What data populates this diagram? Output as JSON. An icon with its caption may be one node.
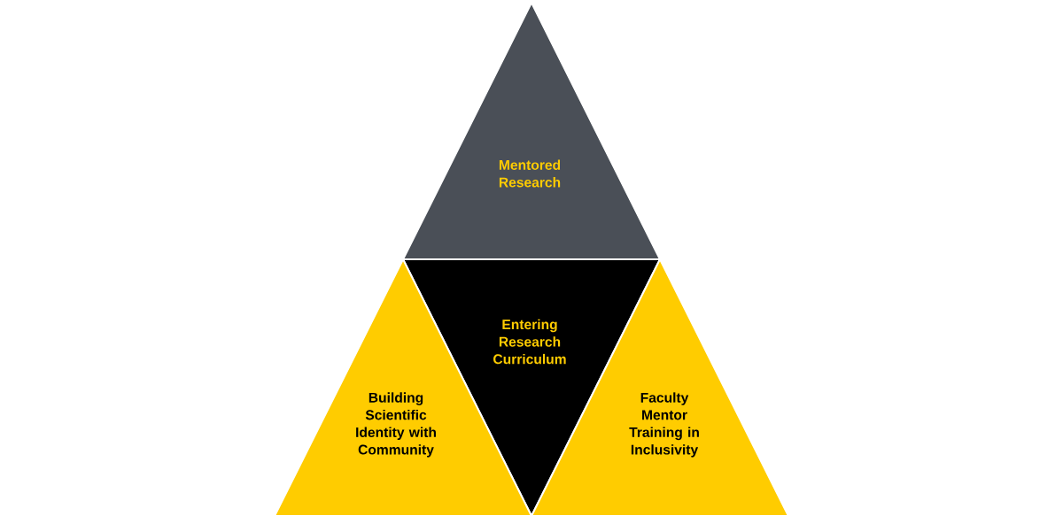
{
  "diagram": {
    "nodes": [
      {
        "text": [
          "Mentored Research"
        ]
      },
      {
        "text": [
          "Entering Research Curriculum"
        ]
      },
      {
        "text": [
          "Building Scientific Identity with Community"
        ]
      },
      {
        "text": [
          "Faculty Mentor Training in Inclusivity"
        ]
      }
    ]
  }
}
